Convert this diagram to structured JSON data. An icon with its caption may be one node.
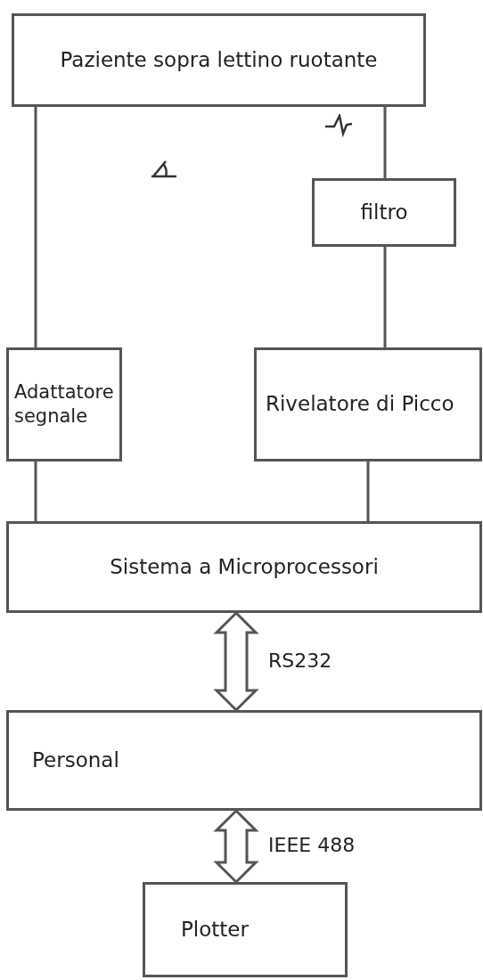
{
  "diagram": {
    "nodes": [
      {
        "text": [
          "Paziente sopra lettino ruotante"
        ]
      },
      {
        "text": [
          "filtro"
        ]
      },
      {
        "text": [
          "Adattatore segnale"
        ]
      },
      {
        "text": [
          "Rivelatore di Picco"
        ]
      },
      {
        "text": [
          "Sistema a Microprocessori"
        ]
      },
      {
        "text": [
          "Personal"
        ]
      },
      {
        "text": [
          "Plotter"
        ]
      }
    ],
    "edges": [
      {
        "from": 0,
        "to": 2,
        "arrow": "none"
      },
      {
        "from": 0,
        "to": 1,
        "arrow": "none"
      },
      {
        "from": 1,
        "to": 3,
        "arrow": "none"
      },
      {
        "from": 2,
        "to": 4,
        "arrow": "none"
      },
      {
        "from": 3,
        "to": 4,
        "arrow": "none"
      },
      {
        "from": 4,
        "to": 5,
        "arrow": "both",
        "label": "RS232",
        "style": "thick"
      },
      {
        "from": 5,
        "to": 6,
        "arrow": "both",
        "label": "IEEE 488",
        "style": "thick"
      }
    ]
  }
}
